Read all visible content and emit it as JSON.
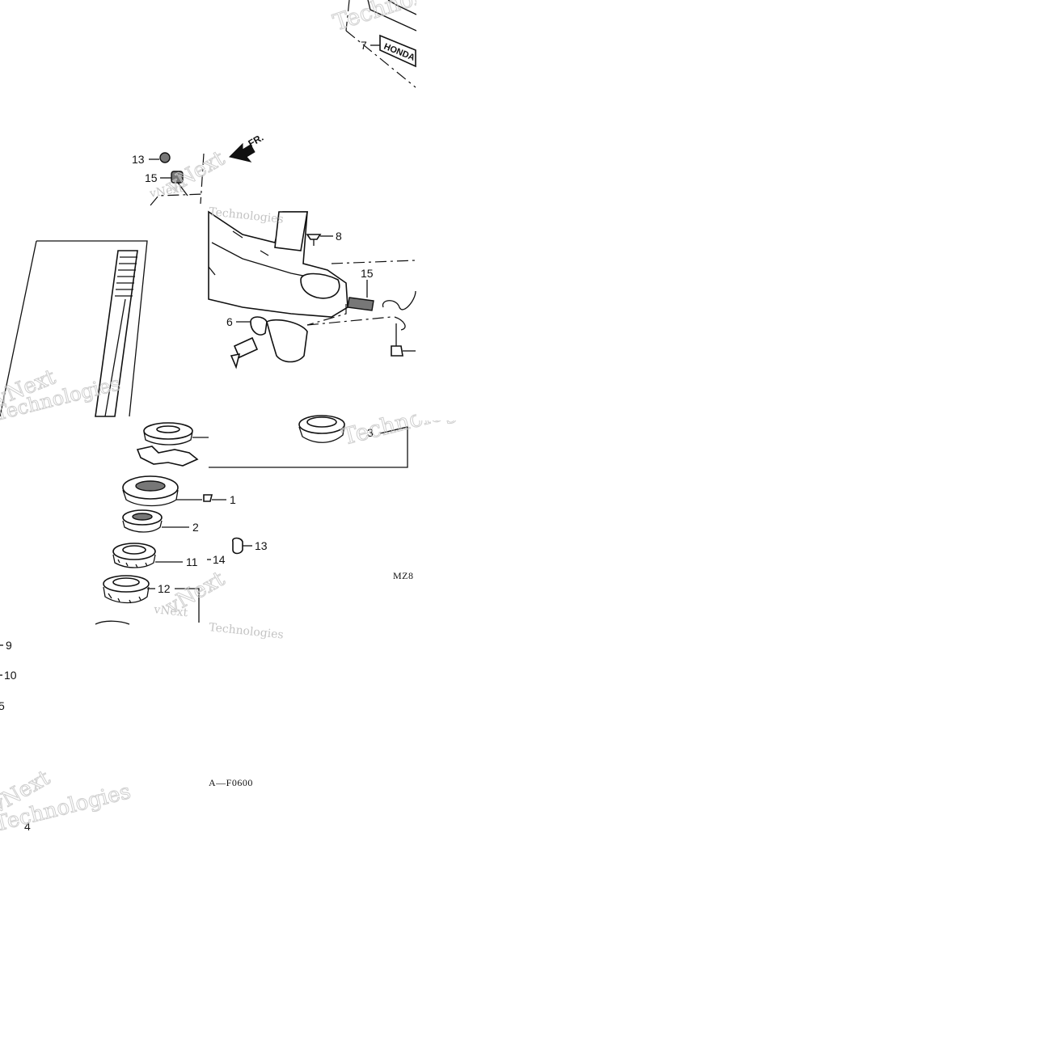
{
  "callouts": {
    "c7": "7",
    "c13_top": "13",
    "c15_top": "15",
    "c8": "8",
    "c15_mid": "15",
    "c6": "6",
    "c3": "3",
    "c1": "1",
    "c2": "2",
    "c13_low": "13",
    "c11": "11",
    "c14": "14",
    "c12": "12",
    "c9": "9",
    "c10": "10",
    "c5": "5",
    "c4": "4"
  },
  "direction_label": "FR.",
  "diagram_codes": {
    "mz": "MZ8",
    "figure": "A—F0600"
  },
  "watermark": {
    "line1": "vNext",
    "line2": "Technologies"
  },
  "emblem_text": "HONDA"
}
